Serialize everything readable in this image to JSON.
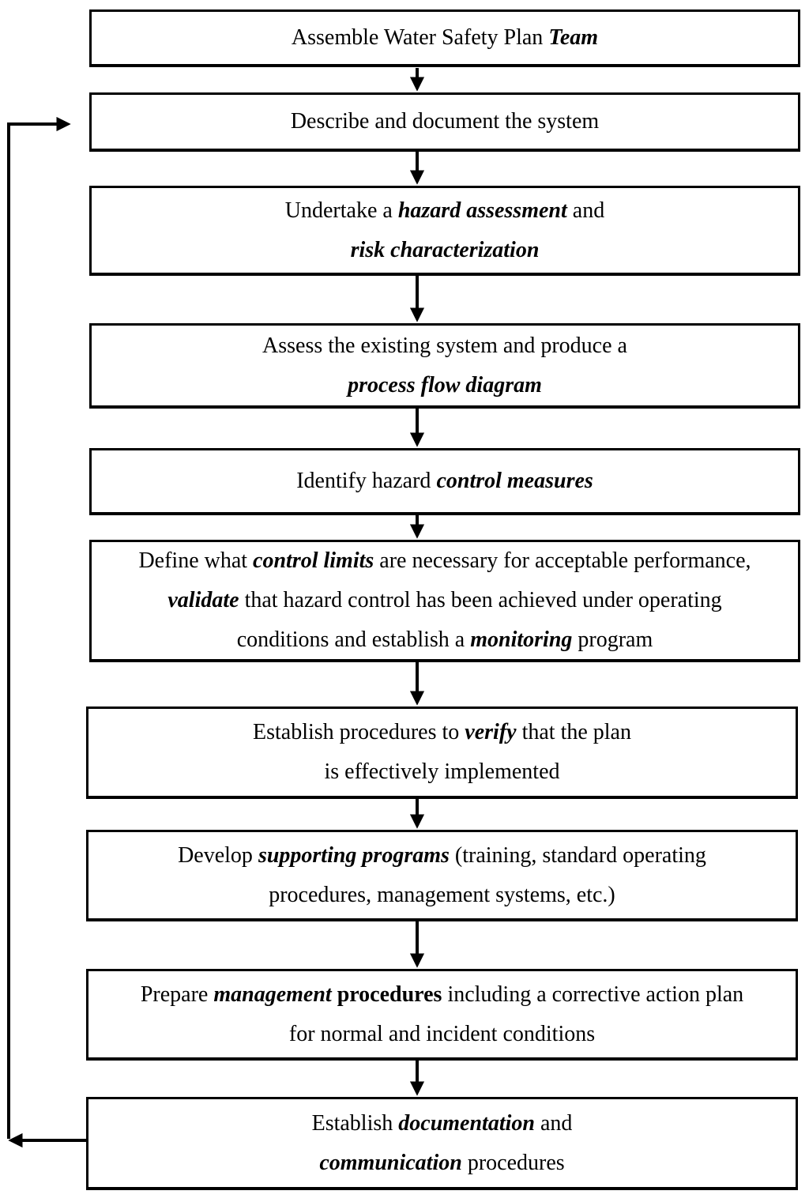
{
  "diagram": {
    "type": "flowchart",
    "colors": {
      "background": "#ffffff",
      "box_fill": "#ffffff",
      "box_border": "#000000",
      "text": "#000000",
      "arrow": "#000000"
    },
    "boxes": [
      {
        "id": "assemble-team",
        "text": "Assemble Water Safety Plan Team",
        "lines": [
          [
            {
              "t": "Assemble Water Safety Plan ",
              "s": "n"
            },
            {
              "t": "Team",
              "s": "bi"
            }
          ]
        ]
      },
      {
        "id": "describe-system",
        "text": "Describe and document the system",
        "lines": [
          [
            {
              "t": "Describe and document the system",
              "s": "n"
            }
          ]
        ]
      },
      {
        "id": "hazard-assessment",
        "text": "Undertake a hazard assessment and risk characterization",
        "lines": [
          [
            {
              "t": "Undertake a ",
              "s": "n"
            },
            {
              "t": "hazard assessment",
              "s": "bi"
            },
            {
              "t": " and",
              "s": "n"
            }
          ],
          [
            {
              "t": "risk characterization",
              "s": "bi"
            }
          ]
        ]
      },
      {
        "id": "assess-existing-system",
        "text": "Assess the existing system and produce a process flow diagram",
        "lines": [
          [
            {
              "t": "Assess the existing system and produce a",
              "s": "n"
            }
          ],
          [
            {
              "t": "process flow diagram",
              "s": "bi"
            }
          ]
        ]
      },
      {
        "id": "identify-control-measures",
        "text": "Identify hazard control measures",
        "lines": [
          [
            {
              "t": "Identify hazard ",
              "s": "n"
            },
            {
              "t": "control measures",
              "s": "bi"
            }
          ]
        ]
      },
      {
        "id": "define-control-limits",
        "text": "Define what control limits are necessary for acceptable performance, validate that hazard control has been achieved under operating conditions and establish a monitoring program",
        "lines": [
          [
            {
              "t": "Define what ",
              "s": "n"
            },
            {
              "t": "control limits",
              "s": "bi"
            },
            {
              "t": " are necessary for acceptable performance,",
              "s": "n"
            }
          ],
          [
            {
              "t": "validate",
              "s": "bi"
            },
            {
              "t": " that hazard control has been achieved under operating",
              "s": "n"
            }
          ],
          [
            {
              "t": "conditions and establish a ",
              "s": "n"
            },
            {
              "t": "monitoring",
              "s": "bi"
            },
            {
              "t": " program",
              "s": "n"
            }
          ]
        ]
      },
      {
        "id": "verify-plan",
        "text": "Establish procedures to verify that the plan is effectively implemented",
        "lines": [
          [
            {
              "t": "Establish procedures to ",
              "s": "n"
            },
            {
              "t": "verify",
              "s": "bi"
            },
            {
              "t": " that the plan",
              "s": "n"
            }
          ],
          [
            {
              "t": "is effectively implemented",
              "s": "n"
            }
          ]
        ]
      },
      {
        "id": "supporting-programs",
        "text": "Develop supporting programs (training, standard operating procedures, management systems, etc.)",
        "lines": [
          [
            {
              "t": "Develop ",
              "s": "n"
            },
            {
              "t": "supporting programs",
              "s": "bi"
            },
            {
              "t": " (training, standard operating",
              "s": "n"
            }
          ],
          [
            {
              "t": "procedures, management systems, etc.)",
              "s": "n"
            }
          ]
        ]
      },
      {
        "id": "management-procedures",
        "text": "Prepare management procedures including a corrective action plan for normal and incident conditions",
        "lines": [
          [
            {
              "t": "Prepare ",
              "s": "n"
            },
            {
              "t": "management",
              "s": "bi"
            },
            {
              "t": " procedures",
              "s": "b"
            },
            {
              "t": " including a corrective action plan",
              "s": "n"
            }
          ],
          [
            {
              "t": "for normal and incident conditions",
              "s": "n"
            }
          ]
        ]
      },
      {
        "id": "documentation-communication",
        "text": "Establish documentation and communication procedures",
        "lines": [
          [
            {
              "t": "Establish ",
              "s": "n"
            },
            {
              "t": "documentation",
              "s": "bi"
            },
            {
              "t": " and",
              "s": "n"
            }
          ],
          [
            {
              "t": "communication",
              "s": "bi"
            },
            {
              "t": " procedures",
              "s": "n"
            }
          ]
        ]
      }
    ],
    "edges": [
      {
        "from": "assemble-team",
        "to": "describe-system",
        "type": "arrow-down"
      },
      {
        "from": "describe-system",
        "to": "hazard-assessment",
        "type": "arrow-down"
      },
      {
        "from": "hazard-assessment",
        "to": "assess-existing-system",
        "type": "arrow-down"
      },
      {
        "from": "assess-existing-system",
        "to": "identify-control-measures",
        "type": "arrow-down"
      },
      {
        "from": "identify-control-measures",
        "to": "define-control-limits",
        "type": "arrow-down"
      },
      {
        "from": "define-control-limits",
        "to": "verify-plan",
        "type": "arrow-down"
      },
      {
        "from": "verify-plan",
        "to": "supporting-programs",
        "type": "arrow-down"
      },
      {
        "from": "supporting-programs",
        "to": "management-procedures",
        "type": "arrow-down"
      },
      {
        "from": "management-procedures",
        "to": "documentation-communication",
        "type": "arrow-down"
      },
      {
        "from": "documentation-communication",
        "to": "describe-system",
        "type": "feedback-loop-left"
      }
    ]
  }
}
